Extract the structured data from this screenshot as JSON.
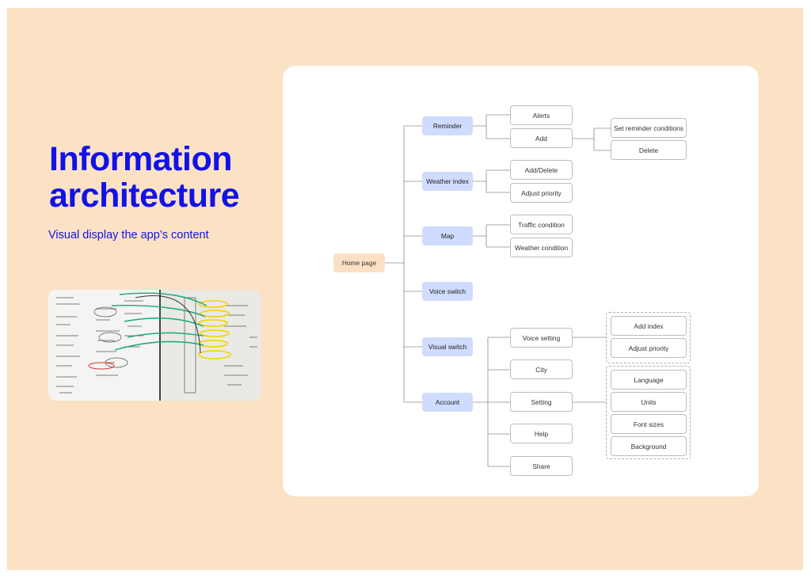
{
  "title": {
    "line1": "Information",
    "line2": "architecture"
  },
  "subtitle": "Visual display the app’s content",
  "colors": {
    "background": "#fbe2c4",
    "accent": "#1212e6",
    "level1_fill": "#cfdcff",
    "root_fill": "#fbe0c6"
  },
  "photo": {
    "description_icon": "whiteboard-sketch-photo"
  },
  "diagram": {
    "root": "Home page",
    "reminder": "Reminder",
    "reminder_alerts": "Alerts",
    "reminder_add": "Add",
    "reminder_set_conditions": "Set reminder conditions",
    "reminder_delete": "Delete",
    "weather_index": "Weather index",
    "weather_add_delete": "Add/Delete",
    "weather_adjust_priority": "Adjust priority",
    "map": "Map",
    "map_traffic": "Traffic condition",
    "map_weather": "Weather condition",
    "voice_switch": "Voice switch",
    "visual_switch": "Visual switch",
    "account": "Account",
    "voice_setting": "Voice setting",
    "voice_add_index": "Add index",
    "voice_adjust_priority": "Adjust priority",
    "city": "City",
    "setting": "Setting",
    "setting_language": "Language",
    "setting_units": "Units",
    "setting_font_sizes": "Font sizes",
    "setting_background": "Background",
    "help": "Help",
    "share": "Share"
  }
}
